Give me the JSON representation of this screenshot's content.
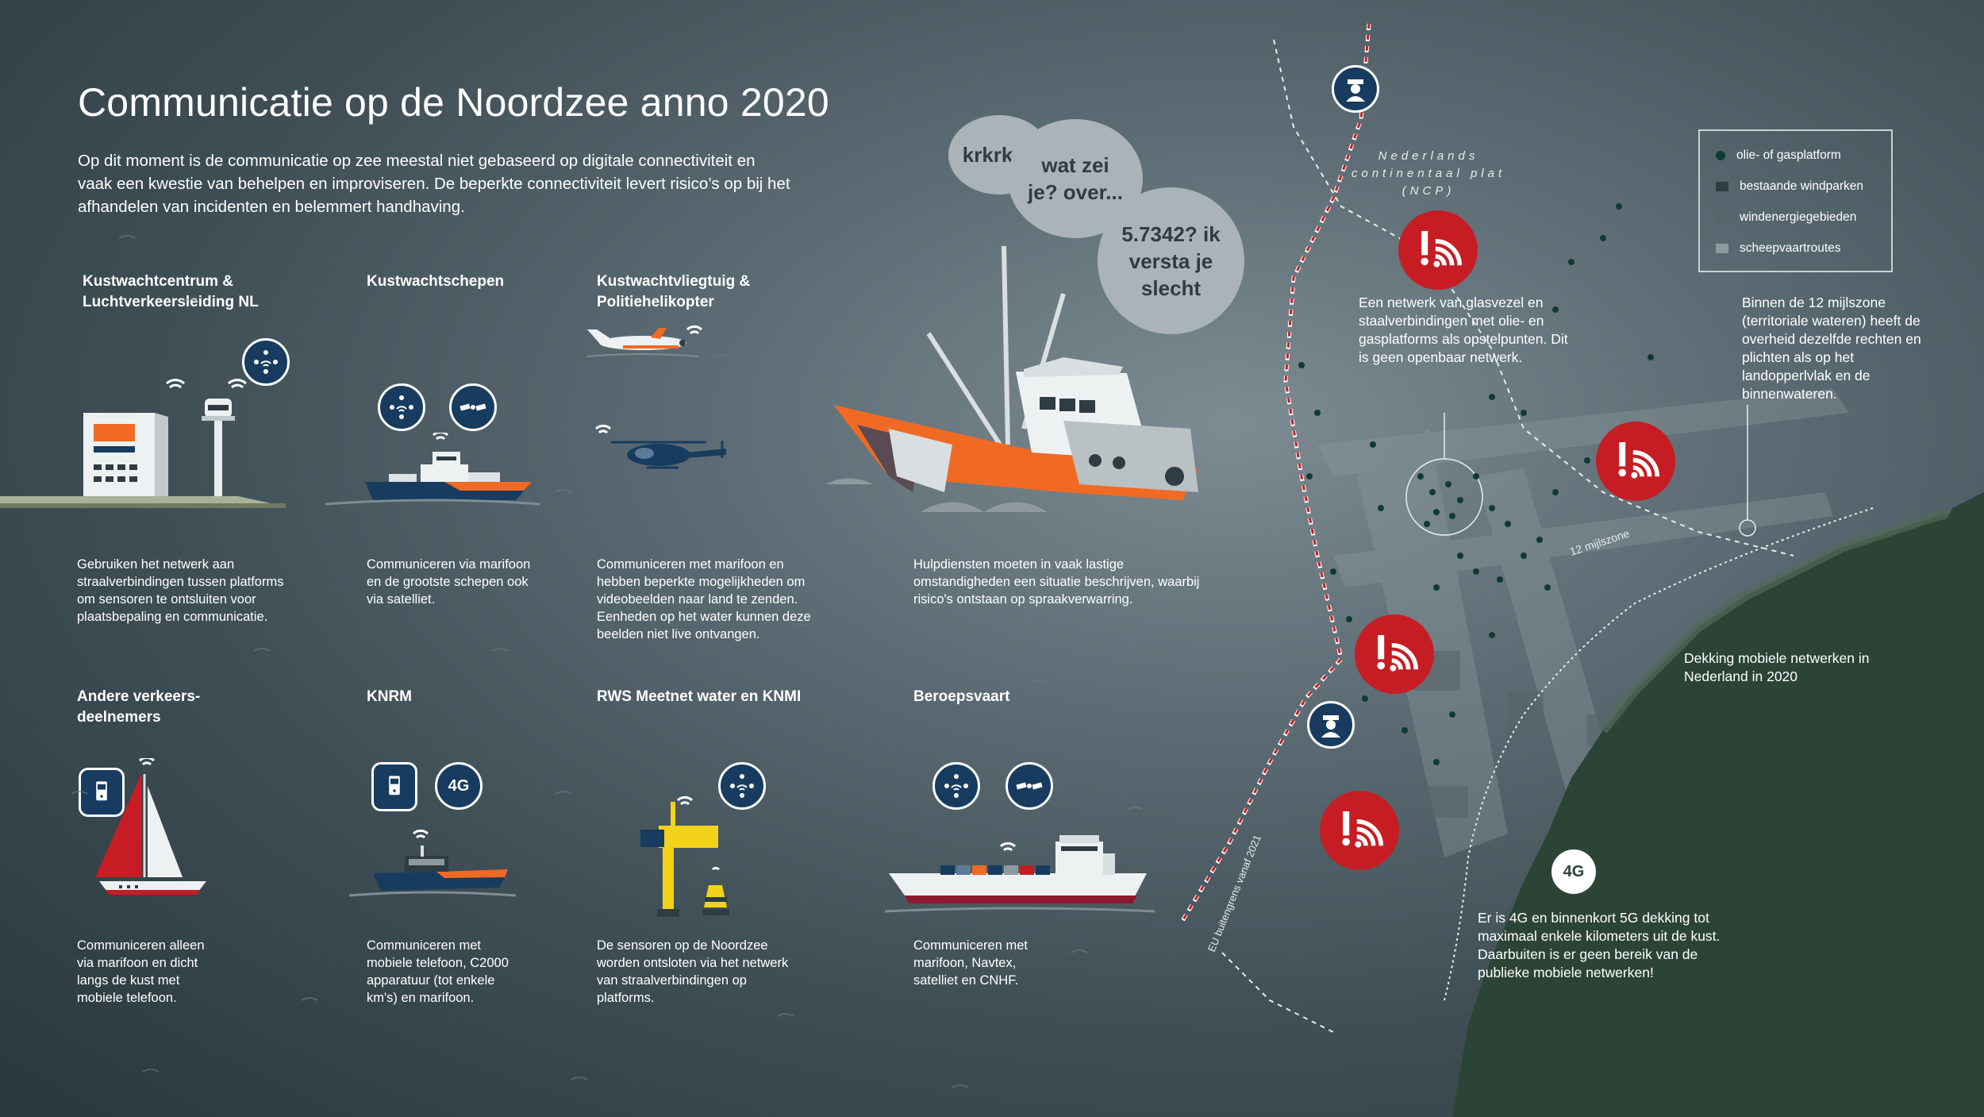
{
  "title": "Communicatie op de Noordzee anno 2020",
  "intro": "Op dit moment is de communicatie op zee meestal niet gebaseerd op digitale connectiviteit en vaak een kwestie van behelpen en improviseren. De beperkte connectiviteit levert risico’s op bij het afhandelen van incidenten en belemmert handhaving.",
  "units": [
    {
      "title": "Kustwachtcentrum & Luchtverkeersleiding NL",
      "text": "Gebruiken het netwerk aan straalverbindingen tussen platforms om sensoren te ontsluiten voor plaatsbepaling en communicatie."
    },
    {
      "title": "Kustwachtschepen",
      "text": "Communiceren via marifoon en de grootste schepen ook via satelliet."
    },
    {
      "title": "Kustwachtvliegtuig & Politiehelikopter",
      "text": "Communiceren met marifoon en hebben beperkte mogelijkheden om videobeelden naar land te zenden. Eenheden op het water kunnen deze beelden niet live ontvangen."
    },
    {
      "title": "",
      "text": "Hulpdiensten moeten in vaak lastige omstandigheden een situatie beschrijven, waarbij risico's ontstaan op spraakverwarring."
    },
    {
      "title": "Andere verkeers-deelnemers",
      "text": "Communiceren alleen via marifoon en dicht langs de kust met mobiele telefoon."
    },
    {
      "title": "KNRM",
      "text": "Communiceren met mobiele telefoon, C2000 apparatuur (tot enkele km's) en marifoon."
    },
    {
      "title": "RWS Meetnet water en KNMI",
      "text": "De sensoren op de Noordzee worden ontsloten via het netwerk van straalverbindingen op platforms."
    },
    {
      "title": "Beroepsvaart",
      "text": "Communiceren met marifoon, Navtex, satelliet en CNHF."
    }
  ],
  "bubbles": [
    "krkrk ...",
    "wat zei je? over...",
    "5.7342? ik versta je slecht"
  ],
  "badge_4g": "4G",
  "map": {
    "ncp_label": "Nederlands continentaal plat (NCP)",
    "border_label": "EU buitengrens vanaf 2021",
    "zone_label": "12 mijlszone",
    "note_platforms": "Een netwerk van glasvezel en staalverbindingen met olie- en gasplatforms als opstelpunten. Dit is geen openbaar netwerk.",
    "note_12mile": "Binnen de 12 mijlszone (territoriale wateren) heeft de overheid dezelfde rechten en plichten als op het landopperlvlak en de binnenwateren.",
    "note_coverage_title": "Dekking mobiele netwerken in Nederland in 2020",
    "note_4g": "Er is 4G en binnenkort 5G dekking tot maximaal enkele kilometers uit de kust. Daarbuiten is er geen bereik van de publieke mobiele netwerken!",
    "badge": "4G"
  },
  "legend": [
    {
      "label": "olie- of gasplatform",
      "color": "#0f3b33"
    },
    {
      "label": "bestaande windparken",
      "color": "#2f3c43"
    },
    {
      "label": "windenergiegebieden",
      "color": "#56646b"
    },
    {
      "label": "scheepvaartroutes",
      "color": "#8e9aa0"
    }
  ],
  "colors": {
    "alert": "#c61d24",
    "icon_bg": "#173c5f",
    "land": "#2c4436",
    "coast_guard_orange": "#f06a24"
  }
}
